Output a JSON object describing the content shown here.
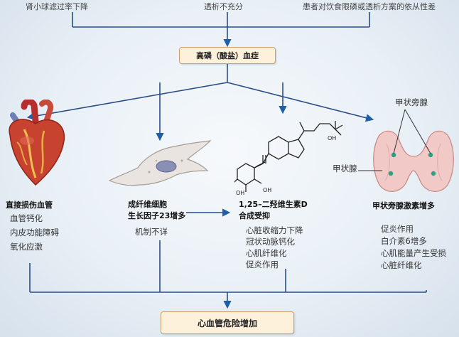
{
  "top_causes": [
    "肾小球滤过率下降",
    "透析不充分",
    "患者对饮食限磷或透析方案的依从性差"
  ],
  "center_box": "高磷（酸盐）血症",
  "bottom_box": "心血管危险增加",
  "heart": {
    "title": "直接损伤血管",
    "effects": [
      "血管钙化",
      "内皮功能障碍",
      "氧化应激"
    ]
  },
  "fibroblast": {
    "title_lines": [
      "成纤维细胞",
      "生长因子23增多"
    ],
    "note": "机制不详"
  },
  "vitd": {
    "title_lines": [
      "1,25–二羟维生素D",
      "合成受抑"
    ],
    "effects": [
      "心脏收缩力下降",
      "冠状动脉钙化",
      "心肌纤维化",
      "促炎作用"
    ],
    "oh_label": "OH"
  },
  "parathyroid": {
    "title": "甲状旁腺激素增多",
    "label_parathyroid": "甲状旁腺",
    "label_thyroid": "甲状腺",
    "effects": [
      "促炎作用",
      "白介素6增多",
      "心肌能量产生受损",
      "心脏纤维化"
    ]
  },
  "colors": {
    "arrow": "#1f5fa8",
    "line": "#2a4d86",
    "box_fill": "#fdf1dc",
    "box_border": "#c9a06a"
  }
}
